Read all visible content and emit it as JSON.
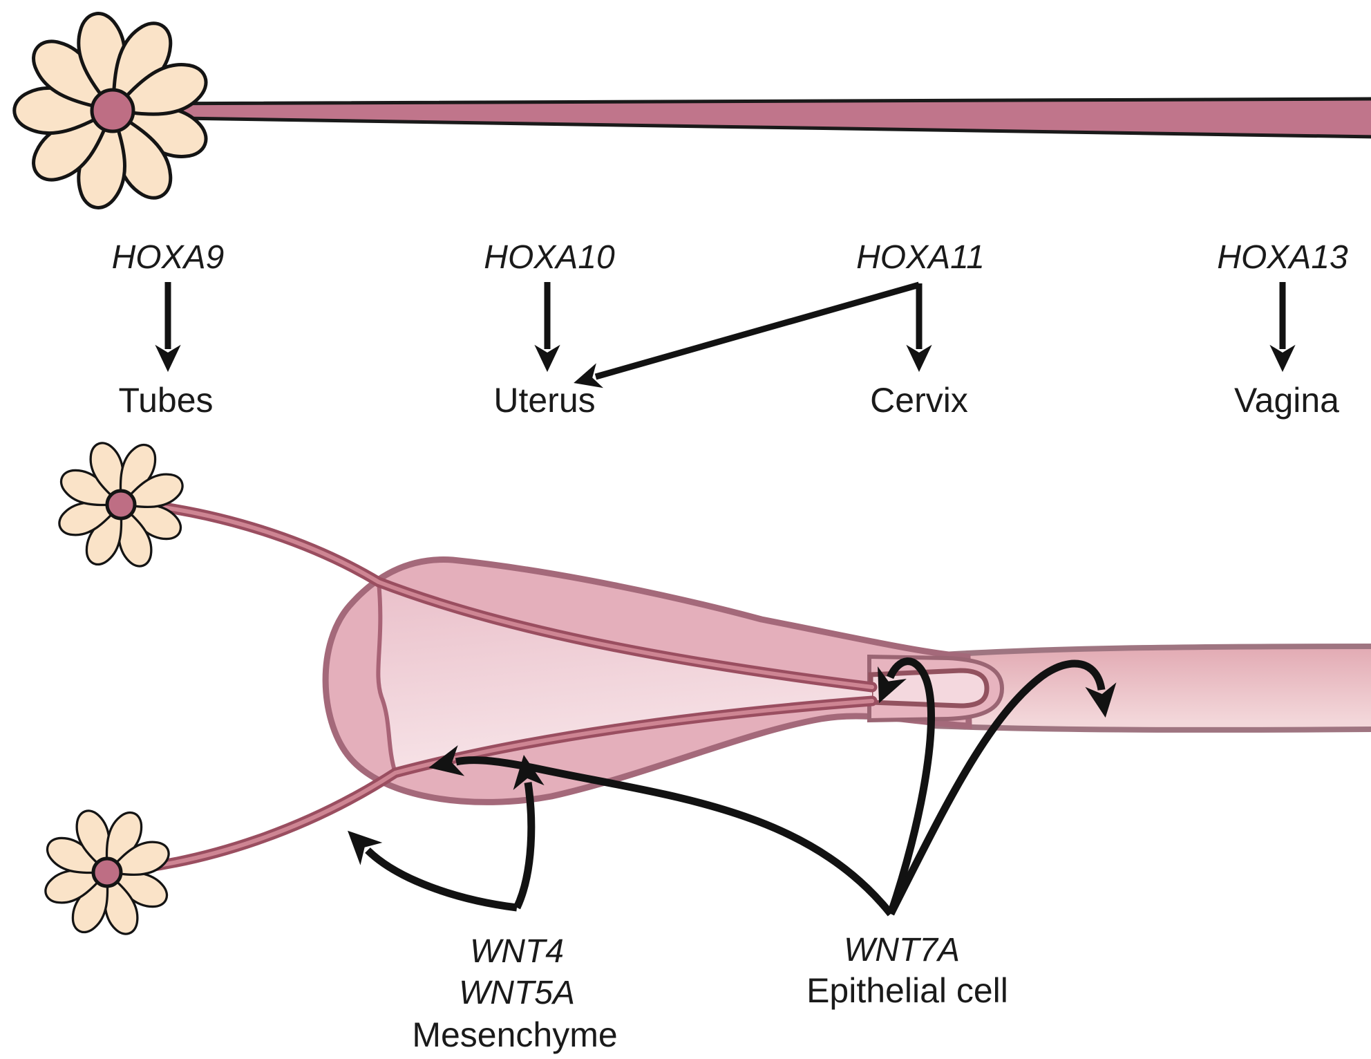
{
  "figure": {
    "top_panel": {
      "gene_labels": [
        {
          "id": "hoxa9",
          "label": "HOXA9",
          "organ": "Tubes"
        },
        {
          "id": "hoxa10",
          "label": "HOXA10",
          "organ": "Uterus"
        },
        {
          "id": "hoxa11",
          "label": "HOXA11",
          "organ": "Cervix",
          "also_points_to": "Uterus"
        },
        {
          "id": "hoxa13",
          "label": "HOXA13",
          "organ": "Vagina"
        }
      ]
    },
    "bottom_panel": {
      "mesenchyme_callout": {
        "line1": "WNT4",
        "line2": "WNT5A",
        "line3": "Mesenchyme"
      },
      "epithelium_callout": {
        "line1": "WNT7A",
        "line2": "Epithelial cell"
      }
    },
    "relations": [
      {
        "from": "HOXA9",
        "to": "Tubes"
      },
      {
        "from": "HOXA10",
        "to": "Uterus"
      },
      {
        "from": "HOXA11",
        "to": "Uterus"
      },
      {
        "from": "HOXA11",
        "to": "Cervix"
      },
      {
        "from": "HOXA13",
        "to": "Vagina"
      },
      {
        "from": "WNT4 WNT5A Mesenchyme",
        "to": "tube outside uterus"
      },
      {
        "from": "WNT4 WNT5A Mesenchyme",
        "to": "duct inside uterus"
      },
      {
        "from": "WNT7A Epithelial cell",
        "to": "duct epithelium at uterus wall"
      },
      {
        "from": "WNT7A Epithelial cell",
        "to": "cervical canal"
      },
      {
        "from": "WNT7A Epithelial cell",
        "to": "vagina"
      }
    ]
  },
  "icons": {
    "fimbria_flower": "fimbria-flower-icon",
    "down_arrow": "down-arrow-icon",
    "curved_arrow": "curved-arrow-icon"
  },
  "colors": {
    "background": "#ffffff",
    "text": "#1a1a1a",
    "arrow": "#121212",
    "outline_black": "#141414",
    "fimbria_petal": "#fae3c8",
    "fimbria_center": "#be6e84",
    "duct": "#c0758b",
    "duct_outline": "#9a4e60",
    "duct_core": "#ce8593",
    "uterus_fill": "#e4afbb",
    "uterus_outline": "#a4697a",
    "cavity_light": "#f7e4e8",
    "cavity_dark": "#eac0ca",
    "cervix_fill": "#e7b4bf",
    "cervix_outline": "#9a6573",
    "canal_fill": "#f4d8de",
    "canal_outline": "#92525f",
    "vagina_top": "#e2aab3",
    "vagina_bottom": "#f3d7da",
    "vagina_outline": "#9f7581"
  }
}
